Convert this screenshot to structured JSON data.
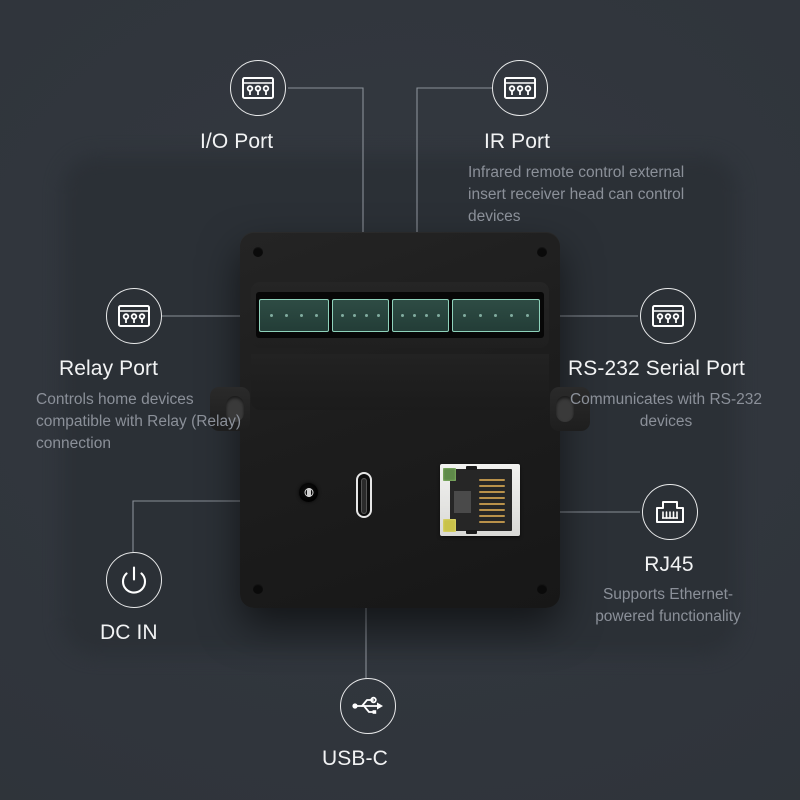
{
  "scene": {
    "title": "Device rear port callout diagram",
    "background_color": "#31363d",
    "panel_color": "#2b3036",
    "device_color": "#1d1d1d",
    "accent_terminal_color": "#8ed2bb",
    "title_color": "#f2f3f4",
    "desc_color": "#8b9099",
    "leader_color": "#9aa0a8"
  },
  "callouts": [
    {
      "id": "io-port",
      "icon": "terminal-block-icon",
      "title": "I/O Port",
      "desc": ""
    },
    {
      "id": "ir-port",
      "icon": "terminal-block-icon",
      "title": "IR Port",
      "desc": "Infrared remote control external insert receiver head can control devices"
    },
    {
      "id": "relay-port",
      "icon": "terminal-block-icon",
      "title": "Relay Port",
      "desc": "Controls home devices compatible with Relay (Relay) connection"
    },
    {
      "id": "rs232-port",
      "icon": "terminal-block-icon",
      "title": "RS-232 Serial Port",
      "desc": "Communicates with RS-232 devices"
    },
    {
      "id": "dc-in",
      "icon": "power-icon",
      "title": "DC IN",
      "desc": ""
    },
    {
      "id": "rj45",
      "icon": "rj45-icon",
      "title": "RJ45",
      "desc": "Supports Ethernet-powered functionality"
    },
    {
      "id": "usb-c",
      "icon": "usb-icon",
      "title": "USB-C",
      "desc": ""
    }
  ],
  "device": {
    "terminal_blocks": [
      {
        "pins": 4,
        "width": 70
      },
      {
        "pins": 4,
        "width": 57
      },
      {
        "pins": 4,
        "width": 57
      },
      {
        "pins": 5,
        "width": 88
      }
    ],
    "rj45_leds": [
      "green",
      "yellow"
    ],
    "rj45_pin_count": 8,
    "screw_count": 4,
    "mounting_tabs": 2
  }
}
